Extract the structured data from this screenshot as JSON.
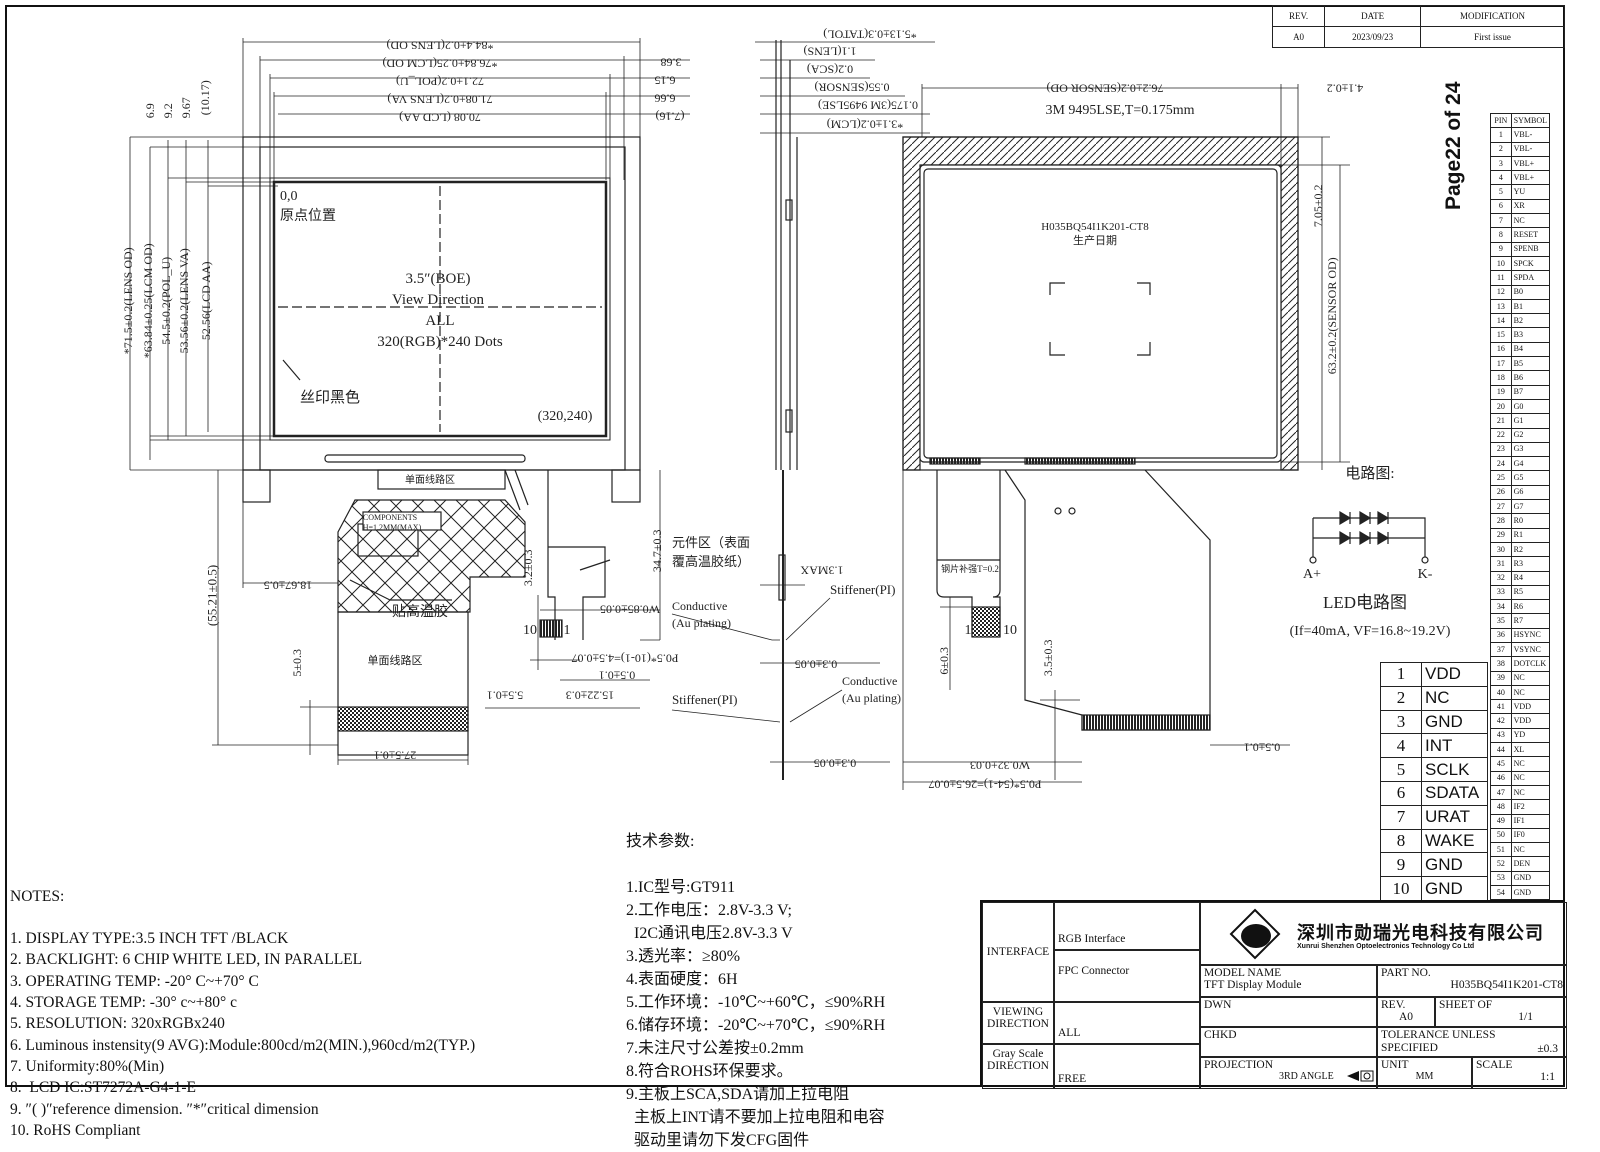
{
  "revision_table": {
    "headers": [
      "REV.",
      "DATE",
      "MODIFICATION"
    ],
    "rows": [
      [
        "A0",
        "2023/09/23",
        "First issue"
      ]
    ]
  },
  "page_label": "Page22 of 24",
  "drawing": {
    "front": {
      "origin": "0,0",
      "origin_cn": "原点位置",
      "size": "3.5″(BOE)",
      "view_direction": "View Direction",
      "view_all": "ALL",
      "dots": "320(RGB)*240 Dots",
      "end_point": "(320,240)",
      "silkscreen": "丝印黑色",
      "fpc_zone_top": "单面线路区",
      "components": "COMPONENTS",
      "components_h": "H=1.2MM(MAX)",
      "adhesive": "贴高温胶",
      "fpc_zone": "单面线路区",
      "pin_1": "1",
      "pin_10": "10",
      "dims": {
        "lens_od_w": "*84.4±0.2(LENS OD)",
        "lcm_od_w": "*76.84±0.25(LCM OD)",
        "pol_w": "72.1±0.2(POL_U)",
        "lens_va_w": "71.08±0.2(LENS VA)",
        "lcd_aa_w": "70.08 (LCD AA)",
        "r1": "3.68",
        "r2": "6.15",
        "r3": "6.66",
        "r4": "(7.16)",
        "t1": "6.9",
        "t2": "9.2",
        "t3": "9.67",
        "t4": "(10.17)",
        "lens_od_h": "*71.5±0.2(LENS OD)",
        "lcm_od_h": "*63.84±0.25(LCM OD)",
        "pol_h": "54.5±0.2(POL_U)",
        "lens_va_h": "53.56±0.2(LENS VA)",
        "lcd_aa_h": "52.56(LCD AA)",
        "total_h": "(55.21±0.5)",
        "fpc_offset": "18.67±0.5",
        "stiff_len": "5±0.3",
        "fpc_w": "27.5±0.1",
        "tp_tail": "3.2±0.3",
        "tp_len": "34.7±0.3",
        "tp_pitch_w": "W0.85±0.05",
        "tp_pitch": "P0.5*(10-1)=4.5±0.07",
        "tp_edge": "0.5±0.1",
        "tp_w": "5.5±0.1",
        "tp_offset": "15.22±0.3"
      }
    },
    "side": {
      "total": "*5.13±0.3(TATOL)",
      "lens": "1.1(LENS)",
      "sca": "0.2(SCA)",
      "sensor": "0.55(SENSOR)",
      "tape": "0.175(3M 9495LSE)",
      "lcm": "*3.1±0.2(LCM)",
      "comp_area_1": "元件区（表面",
      "comp_area_2": "覆高温胶纸）",
      "max_h": "1.3MAX",
      "conductive_1a": "Conductive",
      "conductive_1b": "(Au plating)",
      "stiffener_1": "Stiffener(PI)",
      "thk_1": "0.3±0.05",
      "conductive_2a": "Conductive",
      "conductive_2b": "(Au plating)",
      "stiffener_2": "Stiffener(PI)",
      "thk_2": "0.3±0.05"
    },
    "back": {
      "sensor_od_w": "76.2±0.2(SENSOR OD)",
      "tape_note": "3M 9495LSE,T=0.175mm",
      "edge_w": "4.1±0.2",
      "edge_h": "7.05±0.2",
      "sensor_od_h": "63.2±0.2(SENSOR OD)",
      "part_label": "H035BQ54I1K201-CT8",
      "date_label": "生产日期",
      "steel_stiffener": "钢片补强T=0.2",
      "pin_1": "1",
      "pin_10": "10",
      "stiff_len": "6±0.3",
      "tail_len": "3.5±0.3",
      "edge": "0.5±0.1",
      "pitch_w": "W0.32±0.03",
      "pitch": "P0.5*(54-1)=26.5±0.07"
    },
    "led": {
      "heading": "电路图:",
      "anode": "A+",
      "cathode": "K-",
      "title": "LED电路图",
      "spec": "(If=40mA, VF=16.8~19.2V)"
    }
  },
  "pin_table": {
    "headers": [
      "PIN",
      "SYMBOL"
    ],
    "rows": [
      [
        "1",
        "VBL-"
      ],
      [
        "2",
        "VBL-"
      ],
      [
        "3",
        "VBL+"
      ],
      [
        "4",
        "VBL+"
      ],
      [
        "5",
        "YU"
      ],
      [
        "6",
        "XR"
      ],
      [
        "7",
        "NC"
      ],
      [
        "8",
        "RESET"
      ],
      [
        "9",
        "SPENB"
      ],
      [
        "10",
        "SPCK"
      ],
      [
        "11",
        "SPDA"
      ],
      [
        "12",
        "B0"
      ],
      [
        "13",
        "B1"
      ],
      [
        "14",
        "B2"
      ],
      [
        "15",
        "B3"
      ],
      [
        "16",
        "B4"
      ],
      [
        "17",
        "B5"
      ],
      [
        "18",
        "B6"
      ],
      [
        "19",
        "B7"
      ],
      [
        "20",
        "G0"
      ],
      [
        "21",
        "G1"
      ],
      [
        "22",
        "G2"
      ],
      [
        "23",
        "G3"
      ],
      [
        "24",
        "G4"
      ],
      [
        "25",
        "G5"
      ],
      [
        "26",
        "G6"
      ],
      [
        "27",
        "G7"
      ],
      [
        "28",
        "R0"
      ],
      [
        "29",
        "R1"
      ],
      [
        "30",
        "R2"
      ],
      [
        "31",
        "R3"
      ],
      [
        "32",
        "R4"
      ],
      [
        "33",
        "R5"
      ],
      [
        "34",
        "R6"
      ],
      [
        "35",
        "R7"
      ],
      [
        "36",
        "HSYNC"
      ],
      [
        "37",
        "VSYNC"
      ],
      [
        "38",
        "DOTCLK"
      ],
      [
        "39",
        "NC"
      ],
      [
        "40",
        "NC"
      ],
      [
        "41",
        "VDD"
      ],
      [
        "42",
        "VDD"
      ],
      [
        "43",
        "YD"
      ],
      [
        "44",
        "XL"
      ],
      [
        "45",
        "NC"
      ],
      [
        "46",
        "NC"
      ],
      [
        "47",
        "NC"
      ],
      [
        "48",
        "IF2"
      ],
      [
        "49",
        "IF1"
      ],
      [
        "50",
        "IF0"
      ],
      [
        "51",
        "NC"
      ],
      [
        "52",
        "DEN"
      ],
      [
        "53",
        "GND"
      ],
      [
        "54",
        "GND"
      ]
    ]
  },
  "touch_connector": {
    "rows": [
      [
        "1",
        "VDD"
      ],
      [
        "2",
        "NC"
      ],
      [
        "3",
        "GND"
      ],
      [
        "4",
        "INT"
      ],
      [
        "5",
        "SCLK"
      ],
      [
        "6",
        "SDATA"
      ],
      [
        "7",
        "URAT"
      ],
      [
        "8",
        "WAKE"
      ],
      [
        "9",
        "GND"
      ],
      [
        "10",
        "GND"
      ]
    ]
  },
  "notes": {
    "title": "NOTES:",
    "items": [
      "1. DISPLAY TYPE:3.5 INCH TFT /BLACK",
      "2. BACKLIGHT: 6 CHIP WHITE LED, IN PARALLEL",
      "3. OPERATING TEMP: -20° C~+70° C",
      "4. STORAGE TEMP: -30° c~+80° c",
      "5. RESOLUTION: 320xRGBx240",
      "6. Luminous instensity(9 AVG):Module:800cd/m2(MIN.),960cd/m2(TYP.)",
      "7. Uniformity:80%(Min)",
      "8.  LCD IC:ST7272A-G4-1-E",
      "9. ″( )″reference dimension. ″*″critical dimension",
      "10. RoHS Compliant"
    ]
  },
  "tech_params": {
    "title": "技术参数:",
    "items": [
      "1.IC型号:GT911",
      "2.工作电压：2.8V-3.3 V;",
      "  I2C通讯电压2.8V-3.3 V",
      "3.透光率：≥80%",
      "4.表面硬度：6H",
      "5.工作环境：-10℃~+60℃，≤90%RH",
      "6.储存环境：-20℃~+70℃，≤90%RH",
      "7.未注尺寸公差按±0.2mm",
      "8.符合ROHS环保要求。",
      "9.主板上SCA,SDA请加上拉电阻",
      "  主板上INT请不要加上拉电阻和电容",
      "  驱动里请勿下发CFG固件"
    ]
  },
  "title_block": {
    "interface_label": "INTERFACE",
    "interface_rgb": "RGB Interface",
    "interface_fpc": "FPC Connector",
    "viewing_label": "VIEWING DIRECTION",
    "viewing_value": "ALL",
    "gray_label": "Gray Scale DIRECTION",
    "gray_value": "FREE",
    "company_cn": "深圳市勋瑞光电科技有限公司",
    "company_en": "Xunrui Shenzhen Optoelectronics Technology Co  Ltd",
    "model_name_label": "MODEL NAME",
    "model_name": "TFT Display Module",
    "part_no_label": "PART NO.",
    "part_no": "H035BQ54I1K201-CT8",
    "dwn_label": "DWN",
    "rev_label": "REV.",
    "rev": "A0",
    "sheet_label": "SHEET OF",
    "sheet": "1/1",
    "chkd_label": "CHKD",
    "tolerance_label": "TOLERANCE UNLESS SPECIFIED",
    "tolerance": "±0.3",
    "projection_label": "PROJECTION",
    "projection": "3RD ANGLE",
    "unit_label": "UNIT",
    "unit": "MM",
    "scale_label": "SCALE",
    "scale": "1:1"
  }
}
